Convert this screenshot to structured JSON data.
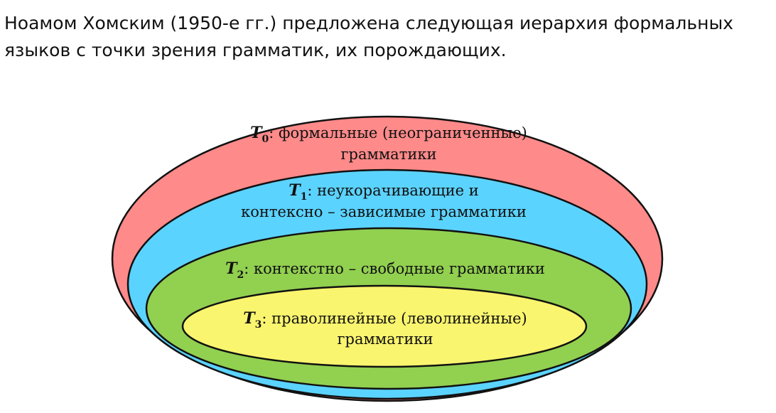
{
  "intro": {
    "line1": "Ноамом Хомским (1950-е гг.) предложена следующая иерархия формальных",
    "line2": "языков с точки зрения грамматик, их порождающих."
  },
  "colors": {
    "t0": "#FF8A8A",
    "t1": "#5BD3FF",
    "t2": "#92D050",
    "t3": "#FAF56E",
    "stroke": "#111111"
  },
  "levels": [
    {
      "symbol": "T",
      "subscript": "0",
      "line1": ": формальные (неограниченные)",
      "line2": "грамматики"
    },
    {
      "symbol": "T",
      "subscript": "1",
      "line1": ": неукорачивающие и",
      "line2": "контексно – зависимые грамматики"
    },
    {
      "symbol": "T",
      "subscript": "2",
      "line1": ": контекстно – свободные  грамматики",
      "line2": ""
    },
    {
      "symbol": "T",
      "subscript": "3",
      "line1": ": праволинейные (леволинейные)",
      "line2": "грамматики"
    }
  ]
}
